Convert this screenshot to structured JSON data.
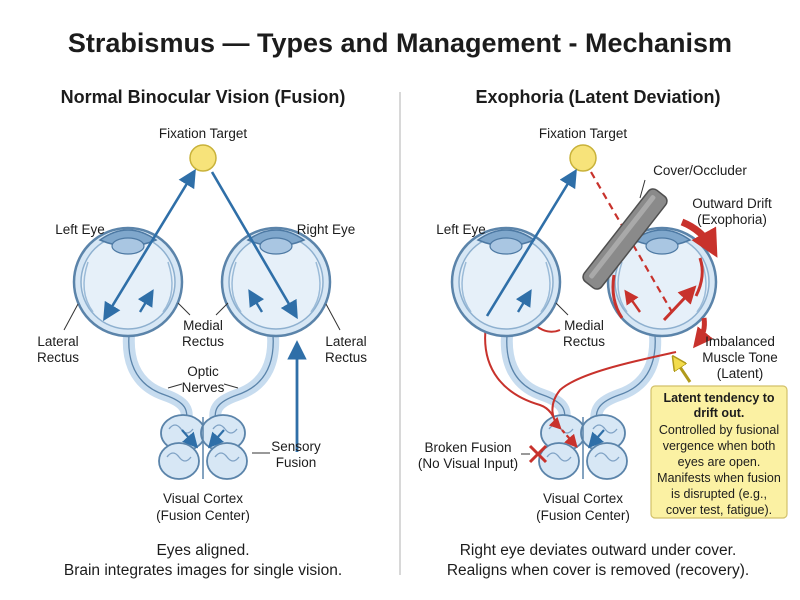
{
  "title": "Strabismus — Types and Management - Mechanism",
  "left": {
    "heading": "Normal Binocular Vision (Fusion)",
    "fixation_target": "Fixation Target",
    "left_eye": "Left Eye",
    "right_eye": "Right Eye",
    "lateral_rectus_left": [
      "Lateral",
      "Rectus"
    ],
    "medial_rectus": [
      "Medial",
      "Rectus"
    ],
    "lateral_rectus_right": [
      "Lateral",
      "Rectus"
    ],
    "optic_nerves": [
      "Optic",
      "Nerves"
    ],
    "sensory_fusion": [
      "Sensory",
      "Fusion"
    ],
    "visual_cortex": [
      "Visual Cortex",
      "(Fusion Center)"
    ],
    "caption": [
      "Eyes aligned.",
      "Brain integrates images for single vision."
    ]
  },
  "right": {
    "heading": "Exophoria (Latent Deviation)",
    "fixation_target": "Fixation Target",
    "cover_occluder": "Cover/Occluder",
    "outward_drift": [
      "Outward Drift",
      "(Exophoria)"
    ],
    "left_eye": "Left Eye",
    "medial_rectus": [
      "Medial",
      "Rectus"
    ],
    "imbalanced_tone": [
      "Imbalanced",
      "Muscle Tone",
      "(Latent)"
    ],
    "broken_fusion": [
      "Broken Fusion",
      "(No Visual Input)"
    ],
    "visual_cortex": [
      "Visual Cortex",
      "(Fusion Center)"
    ],
    "note_bold": [
      "Latent tendency to",
      "drift out."
    ],
    "note_lines": [
      "Controlled by fusional",
      "vergence when both",
      "eyes are open.",
      "Manifests when fusion",
      "is disrupted (e.g.,",
      "cover test, fatigue)."
    ],
    "caption": [
      "Right eye deviates outward under cover.",
      "Realigns when cover is removed (recovery)."
    ]
  },
  "colors": {
    "eye_fill": "#d7e7f5",
    "eye_stroke": "#5b84aa",
    "nerve": "#c7dcef",
    "arrow_blue": "#2f6fa8",
    "target": "#f7e37a",
    "red": "#c8322c",
    "occluder": "#8a8a8a",
    "note_bg": "#fbf1a3",
    "divider": "#cccccc"
  },
  "icons": [
    "eye-icon",
    "brain-icon",
    "occluder-icon",
    "x-mark-icon"
  ]
}
